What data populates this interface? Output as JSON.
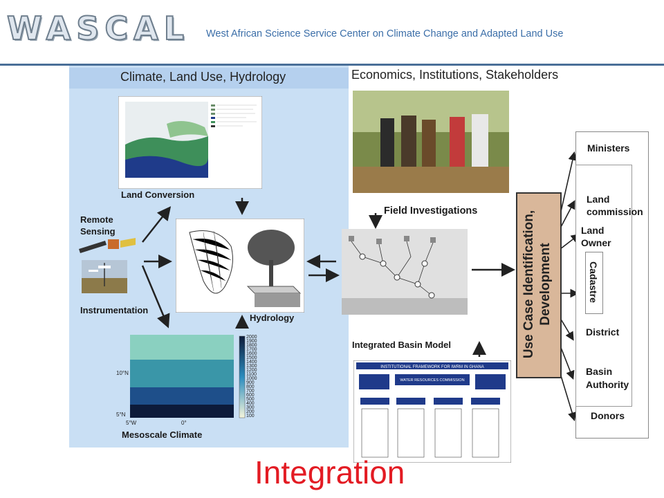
{
  "header": {
    "logo": "WASCAL",
    "subtitle": "West African Science Service Center on Climate Change and Adapted Land Use"
  },
  "left_panel": {
    "title": "Climate, Land Use, Hydrology",
    "land_conversion": "Land Conversion",
    "remote_sensing": "Remote\nSensing",
    "instrumentation": "Instrumentation",
    "hydrology": "Hydrology",
    "mesoscale_climate": "Mesoscale Climate",
    "map_ticks_x": [
      "5°W",
      "0°"
    ],
    "map_ticks_y": [
      "10°N",
      "5°N"
    ],
    "colorbar_values": [
      "2000",
      "1900",
      "1800",
      "1700",
      "1600",
      "1500",
      "1400",
      "1300",
      "1200",
      "1100",
      "1000",
      "900",
      "800",
      "700",
      "600",
      "500",
      "400",
      "300",
      "200",
      "100"
    ]
  },
  "middle": {
    "title": "Economics, Institutions, Stakeholders",
    "field_investigations": "Field Investigations",
    "integrated_basin_model": "Integrated Basin Model",
    "framework_title": "INSTITUTIONAL FRAMEWORK FOR IWRM IN GHANA",
    "framework_center": "WATER RESOURCES COMMISSION"
  },
  "right": {
    "use_case": "Use Case Identification,\nDevelopment",
    "stakeholders": [
      "Ministers",
      "Land commission",
      "Land Owner",
      "Cadastre",
      "District",
      "Basin Authority",
      "Donors"
    ]
  },
  "footer": {
    "title": "Integration"
  },
  "colors": {
    "accent_blue": "#3b6ea8",
    "panel_blue": "#c9dff4",
    "title_red": "#e31b23",
    "use_case_bg": "#d9b79a"
  }
}
